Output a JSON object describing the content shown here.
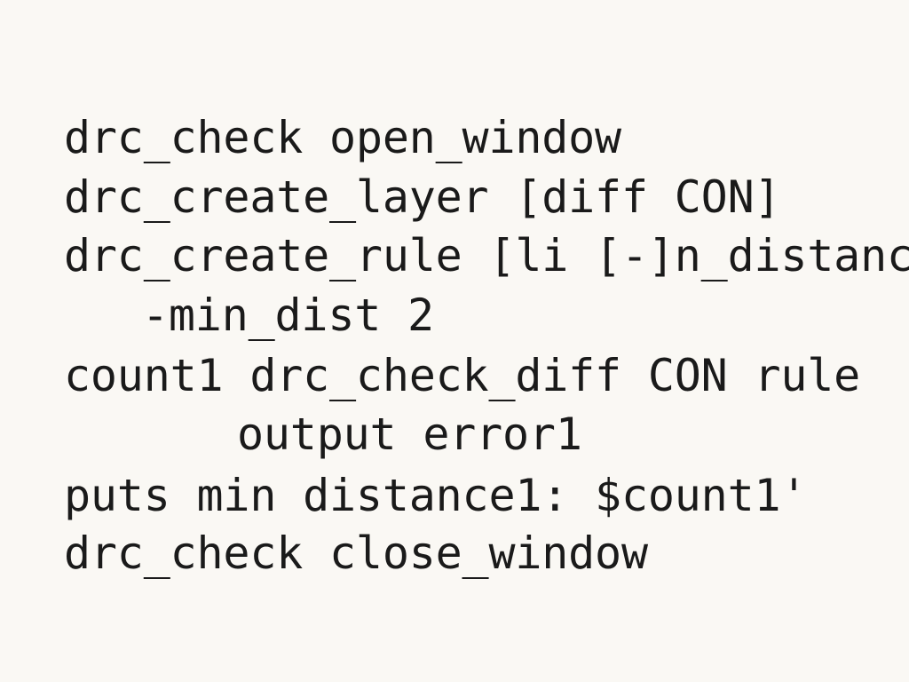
{
  "code": {
    "lines": [
      "drc_check open_window",
      "drc_create_layer [diff CON]",
      "drc_create_rule [li [-]n_distance",
      "-min_dist 2",
      "count1 drc_check_diff CON rule",
      "output error1",
      "puts min distance1: $count1'",
      "drc_check close_window"
    ]
  }
}
